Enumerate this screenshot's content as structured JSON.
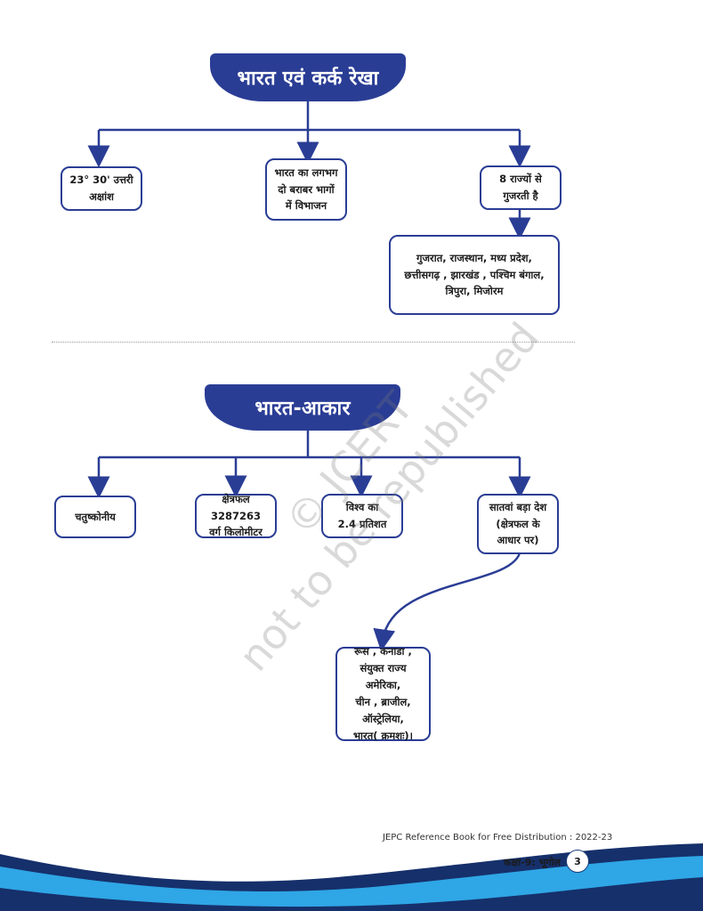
{
  "chart1": {
    "title": "भारत एवं कर्क रेखा",
    "latitude": "23° 30' उत्तरी\nअक्षांश",
    "division": "भारत का लगभग\nदो बराबर भागों\nमें विभाजन",
    "states_count": "8 राज्यों से\nगुजरती है",
    "states_list": "गुजरात, राजस्थान, मध्य प्रदेश,\nछत्तीसगढ़ , झारखंड , पश्चिम बंगाल,\nत्रिपुरा, मिजोरम"
  },
  "chart2": {
    "title": "भारत-आकार",
    "shape": "चतुष्कोनीय",
    "area": "क्षेत्रफल 3287263\nवर्ग किलोमीटर",
    "world_share": "विश्व का\n2.4 प्रतिशत",
    "rank": "सातवां बड़ा देश\n(क्षेत्रफल के\nआधार पर)",
    "countries": "रूस , कनाडा ,\nसंयुक्त राज्य अमेरिका,\nचीन , ब्राजील,\nऑस्ट्रेलिया,\nभारत( क्रमशः)।"
  },
  "watermark": "© JCERT\nnot to be republished",
  "footer": {
    "note": "JEPC Reference Book for Free Distribution : 2022-23",
    "subject": "कक्षा-9: भूगोल",
    "page": "3"
  },
  "colors": {
    "primary": "#2a3d95",
    "wave_dark": "#16306b",
    "wave_light": "#2fa6e6"
  }
}
